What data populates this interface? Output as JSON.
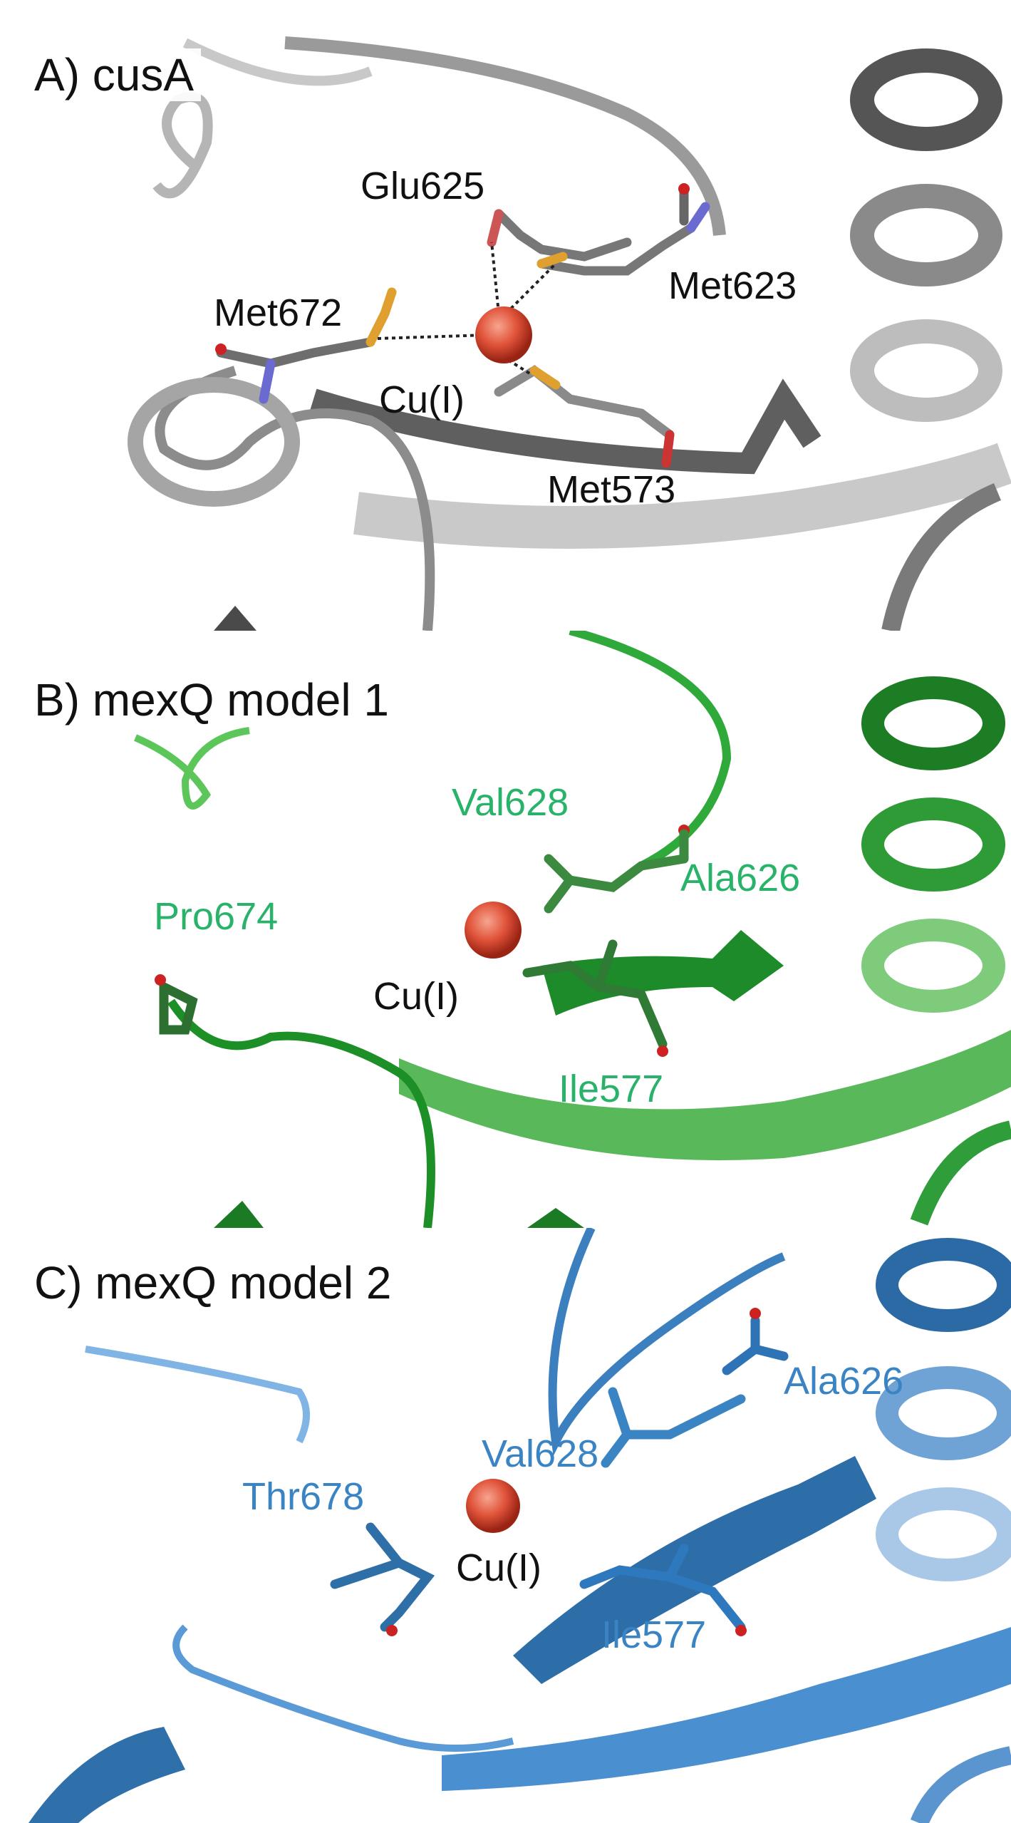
{
  "panels": [
    {
      "title": "A) cusA",
      "theme": "grey",
      "labels": {
        "res1": "Glu625",
        "res2": "Met623",
        "res3": "Met672",
        "ion": "Cu(I)",
        "res4": "Met573"
      }
    },
    {
      "title": "B) mexQ model 1",
      "theme": "green",
      "labels": {
        "res1": "Val628",
        "res2": "Ala626",
        "res3": "Pro674",
        "ion": "Cu(I)",
        "res4": "Ile577"
      }
    },
    {
      "title": "C) mexQ model 2",
      "theme": "blue",
      "labels": {
        "res1": "Ala626",
        "res2": "Val628",
        "res3": "Thr678",
        "ion": "Cu(I)",
        "res4": "Ile577"
      }
    }
  ],
  "colors": {
    "grey_ribbon": "#8c8c8c",
    "green_ribbon": "#2a9d3a",
    "blue_ribbon": "#3f86c8",
    "ion": "#e0533a",
    "sulfur": "#e0a030",
    "oxygen": "#cc2222",
    "nitrogen": "#6a6ad0"
  }
}
